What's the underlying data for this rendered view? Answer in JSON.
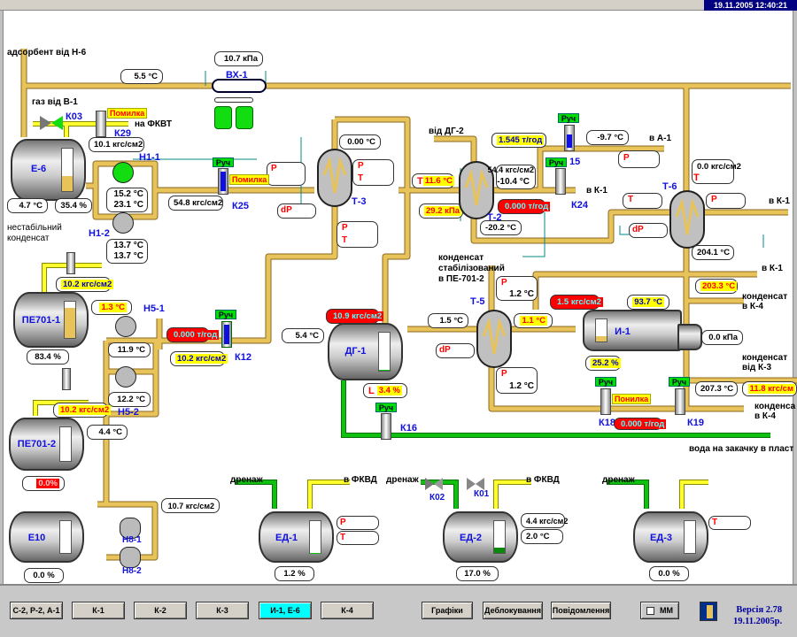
{
  "header": {
    "datetime": "19.11.2005 12:40:21"
  },
  "labels": {
    "adsorbent": "адсорбент від Н-6",
    "gas_v1": "газ від В-1",
    "to_fkvt": "на ФКВТ",
    "unstable_1": "нестабільний",
    "unstable_2": "конденсат",
    "from_dg2": "від ДГ-2",
    "to_a1": "в А-1",
    "to_k1_a": "в К-1",
    "to_k1_b": "в К-1",
    "to_k1_c": "в К-1",
    "stab_1": "конденсат",
    "stab_2": "стабілізований",
    "stab_3": "в ПЕ-701-2",
    "cond_k4_1": "конденсат",
    "cond_k4_2": "в К-4",
    "cond_k3_1": "конденсат",
    "cond_k3_2": "від К-3",
    "cond_k4b_1": "конденса",
    "cond_k4b_2": "в К-4",
    "water": "вода на закачку в пласт",
    "drain1": "дренаж",
    "drain2": "дренаж",
    "drain3": "дренаж",
    "fkvd1": "в ФКВД",
    "fkvd2": "в ФКВД"
  },
  "tags": {
    "bx1": "ВХ-1",
    "k03": "К03",
    "k29": "К29",
    "e6": "Е-6",
    "h11": "Н1-1",
    "h12": "Н1-2",
    "k25": "К25",
    "t3": "Т-3",
    "t2": "Т-2",
    "k15": "15",
    "k24": "К24",
    "t6": "Т-6",
    "t5": "Т-5",
    "i1": "И-1",
    "k18": "К18",
    "k19": "К19",
    "pe1": "ПЕ701-1",
    "pe2": "ПЕ701-2",
    "h51": "Н5-1",
    "h52": "Н5-2",
    "k12": "К12",
    "dg1": "ДГ-1",
    "k16": "К16",
    "e10": "Е10",
    "h81": "Н8-1",
    "h82": "Н8-2",
    "ed1": "ЕД-1",
    "ed2": "ЕД-2",
    "ed3": "ЕД-3",
    "k02": "К02",
    "k01": "К01"
  },
  "values": {
    "bx1_dp": "10.7 кПа",
    "top_t": "5.5 °C",
    "k29_p": "10.1 кгс/см2",
    "e6_t": "4.7 °C",
    "e6_lvl": "35.4 %",
    "h11_t1": "15.2 °C",
    "h11_t2": "23.1 °C",
    "h12_t1": "13.7 °C",
    "h12_t2": "13.7 °C",
    "k25_p": "54.8 кгс/см2",
    "t3_top": "0.00 °C",
    "t2_t": "11.6 °C",
    "t2_dp": "29.2 кПа",
    "t2_p": "54.4 кгс/см2",
    "t2_t2": "-10.4 °C",
    "t2_bot": "-20.2 °C",
    "k15_flow": "1.545 т/год",
    "k24_flow": "0.000 т/год",
    "a1_t": "-9.7 °C",
    "t6_p": "0.0 кгс/см2",
    "t6_bot": "204.1 °C",
    "k203": "203.3 °C",
    "pe1_p": "10.2 кгс/см2",
    "pe1_t": "1.3 °C",
    "pe1_lvl": "83.4 %",
    "h51_t": "11.9 °C",
    "h52_t": "12.2 °C",
    "k12_flow": "0.000 т/год",
    "k12_p": "10.2 кгс/см2",
    "dg1_p": "10.9 кгс/см2",
    "dg1_t": "5.4 °C",
    "dg1_lvl": "3.4 %",
    "t5_in": "1.5 °C",
    "t5_top": "1.2 °C",
    "t5_out": "1.1 °C",
    "t5_bot": "1.2 °C",
    "i1_p": "1.5 кгс/см2",
    "i1_t": "93.7 °C",
    "i1_dp": "0.0 кПа",
    "i1_lvl": "25.2 %",
    "k19_t": "207.3 °C",
    "k3_p": "11.8 кгс/см",
    "k18_flow": "0.000 т/год",
    "pe2_p": "10.2 кгс/см2",
    "pe2_t": "4.4 °C",
    "pe2_lvl": "0.0%",
    "h8_p": "10.7 кгс/см2",
    "e10_lvl": "0.0 %",
    "ed1_lvl": "1.2 %",
    "ed2_p": "4.4 кгс/см2",
    "ed2_t": "2.0 °C",
    "ed2_lvl": "17.0 %",
    "ed3_lvl": "0.0 %"
  },
  "letters": {
    "P": "P",
    "T": "T",
    "dP": "dP",
    "L": "L"
  },
  "status": {
    "manual": "Руч",
    "error": "Помилка",
    "error2": "Понилка"
  },
  "levels": {
    "e6": 0.354,
    "pe1": 0.834,
    "dg1": 0.034,
    "i1": 0.252,
    "ed1": 0.012,
    "ed2": 0.17
  },
  "nav": {
    "buttons": [
      "С-2, Р-2, А-1",
      "К-1",
      "К-2",
      "К-3",
      "И-1, Е-6",
      "К-4"
    ],
    "active": "И-1, Е-6",
    "graphs": "Графіки",
    "unlock": "Деблокування",
    "messages": "Повідомлення",
    "mm": "ММ",
    "version": "Версія 2.78",
    "date": "19.11.2005р."
  },
  "colors": {
    "pipe": "#e8c35a",
    "gas": "#ffff30",
    "water": "#10c010",
    "accent": "#1010e0",
    "alarm": "#ff0000"
  }
}
